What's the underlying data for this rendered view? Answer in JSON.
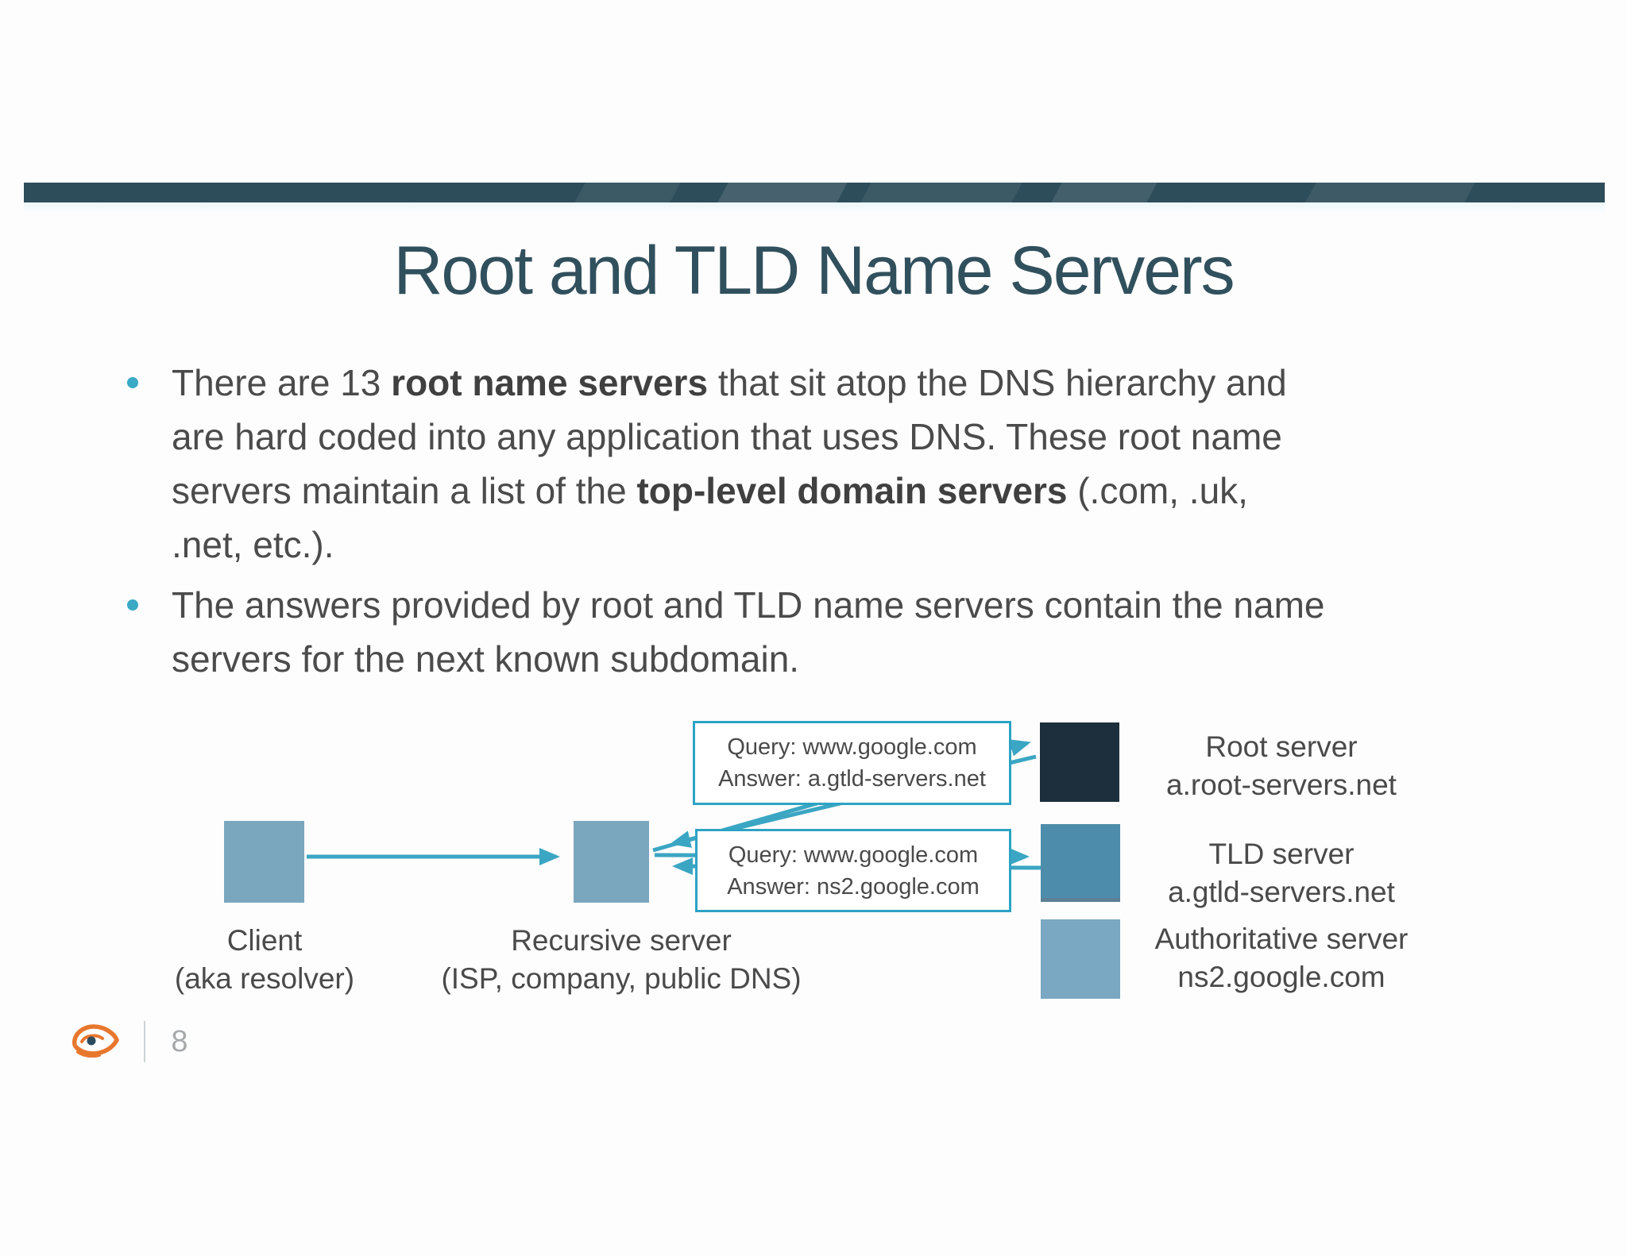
{
  "slide": {
    "title": "Root and TLD Name Servers",
    "page_number": "8"
  },
  "colors": {
    "top_bar": "#2e4d5b",
    "title_text": "#31505d",
    "body_text": "#4b4b4b",
    "accent_teal": "#3aa9c5",
    "arrow": "#3ba6c3",
    "query_box_border": "#2da3c4",
    "root_box": "#1d2f3c",
    "tld_box": "#4e8cab",
    "auth_box": "#7aa7c1",
    "client_box": "#7ba7be",
    "logo_orange": "#e8772e",
    "logo_pupil": "#2c4a5e",
    "page_number_gray": "#a6a9ab"
  },
  "bullets": [
    {
      "lines": [
        {
          "segments": [
            {
              "text": "There are 13 "
            },
            {
              "text": "root name servers",
              "bold": true
            },
            {
              "text": " that sit atop the DNS hierarchy and"
            }
          ]
        },
        {
          "segments": [
            {
              "text": "are hard coded into any application that uses DNS. These root name"
            }
          ]
        },
        {
          "segments": [
            {
              "text": "servers maintain a list of the "
            },
            {
              "text": "top-level domain servers",
              "bold": true
            },
            {
              "text": " (.com, .uk,"
            }
          ]
        },
        {
          "segments": [
            {
              "text": ".net, etc.)."
            }
          ]
        }
      ]
    },
    {
      "lines": [
        {
          "segments": [
            {
              "text": "The answers provided by root and TLD name servers contain the name"
            }
          ]
        },
        {
          "segments": [
            {
              "text": "servers for the next known subdomain."
            }
          ]
        }
      ]
    }
  ],
  "diagram": {
    "query_boxes": [
      {
        "query": "Query: www.google.com",
        "answer": "Answer: a.gtld-servers.net"
      },
      {
        "query": "Query: www.google.com",
        "answer": "Answer: ns2.google.com"
      }
    ],
    "labels": {
      "client_line1": "Client",
      "client_line2": "(aka resolver)",
      "recursive_line1": "Recursive server",
      "recursive_line2": "(ISP, company, public DNS)",
      "root_line1": "Root server",
      "root_line2": "a.root-servers.net",
      "tld_line1": "TLD server",
      "tld_line2": "a.gtld-servers.net",
      "auth_line1": "Authoritative server",
      "auth_line2": "ns2.google.com"
    }
  }
}
